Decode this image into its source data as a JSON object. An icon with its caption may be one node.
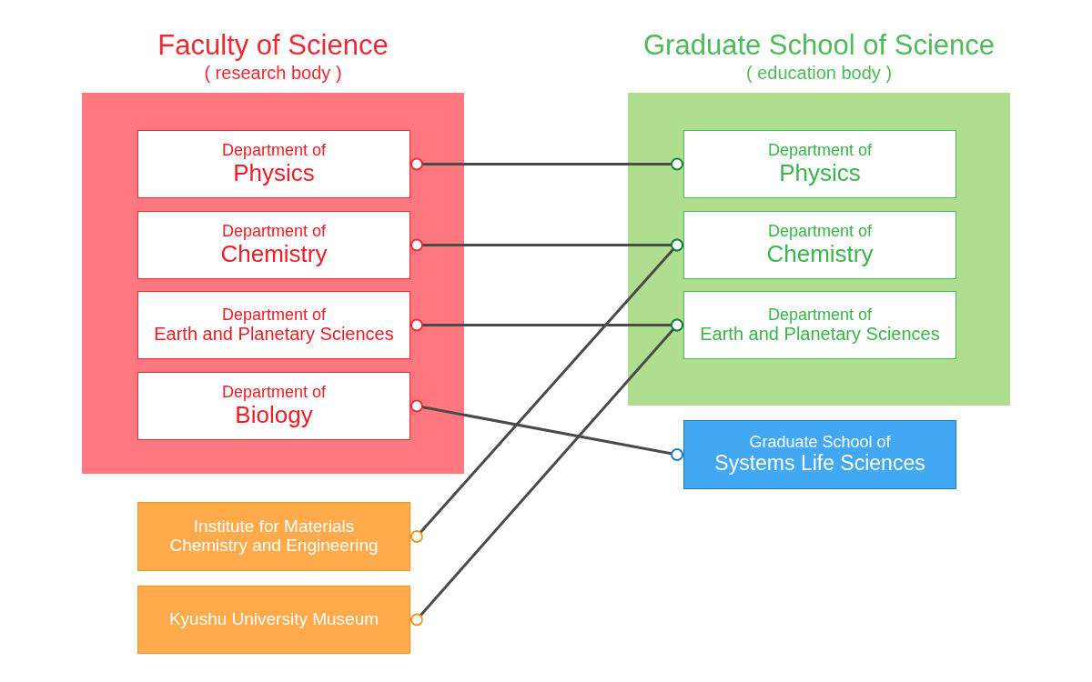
{
  "diagram": {
    "nodes": [
      {
        "text": [
          "Faculty of Science",
          "( research body )"
        ]
      },
      {
        "text": [
          "Department of",
          "Physics"
        ],
        "in": 0
      },
      {
        "text": [
          "Department of",
          "Chemistry"
        ],
        "in": 0
      },
      {
        "text": [
          "Department of",
          "Earth and Planetary Sciences"
        ],
        "in": 0
      },
      {
        "text": [
          "Department of",
          "Biology"
        ],
        "in": 0
      },
      {
        "text": [
          "Graduate School of Science",
          "( education body )"
        ]
      },
      {
        "text": [
          "Department of",
          "Physics"
        ],
        "in": 5
      },
      {
        "text": [
          "Department of",
          "Chemistry"
        ],
        "in": 5
      },
      {
        "text": [
          "Department of",
          "Earth and Planetary Sciences"
        ],
        "in": 5
      },
      {
        "text": [
          "Graduate School of",
          "Systems Life Sciences"
        ]
      },
      {
        "text": [
          "Institute for Materials Chemistry and Engineering"
        ]
      },
      {
        "text": [
          "Kyushu University Museum"
        ]
      }
    ],
    "edges": [
      {
        "from": 1,
        "to": 6,
        "arrow": "other"
      },
      {
        "from": 2,
        "to": 7,
        "arrow": "other"
      },
      {
        "from": 3,
        "to": 8,
        "arrow": "other"
      },
      {
        "from": 4,
        "to": 9,
        "arrow": "other"
      },
      {
        "from": 10,
        "to": 7,
        "arrow": "other"
      },
      {
        "from": 11,
        "to": 8,
        "arrow": "other"
      }
    ]
  }
}
